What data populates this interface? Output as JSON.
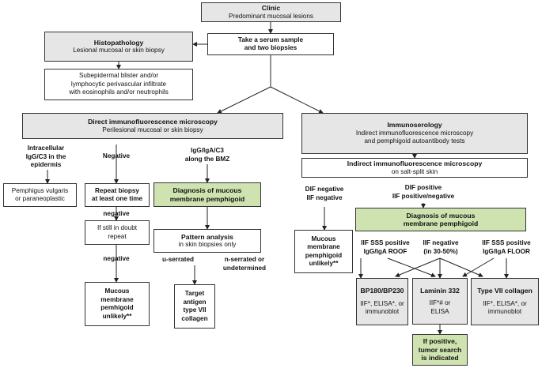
{
  "clinic": {
    "title": "Clinic",
    "sub": "Predominant mucosal lesions"
  },
  "serum": {
    "l1": "Take a serum sample",
    "l2": "and two biopsies"
  },
  "histo": {
    "title": "Histopathology",
    "sub": "Lesional mucosal or skin biopsy"
  },
  "subepi": {
    "l1": "Subepidermal blister and/or",
    "l2": "lymphocytic perivascular infiltrate",
    "l3": "with eosinophils and/or neutrophils"
  },
  "dif": {
    "title": "Direct immunofluorescence microscopy",
    "sub": "Perilesional mucosal or skin biopsy"
  },
  "immunoserology": {
    "title": "Immunoserology",
    "l1": "Indirect immunofluorescence microscopy",
    "l2": "and pemphigoid autoantibody tests"
  },
  "iif_salt": {
    "title": "Indirect immunofluorescence microscopy",
    "sub": "on salt-split skin"
  },
  "labels": {
    "intracellular": [
      "Intracellular",
      "IgG/C3 in the",
      "epidermis"
    ],
    "negative_top": "Negative",
    "igg_bmz": [
      "IgG/IgA/C3",
      "along the BMZ"
    ],
    "negative_mid": "negative",
    "negative_low": "negative",
    "u_serrated": "u-serrated",
    "n_serrated": [
      "n-serrated or",
      "undetermined"
    ],
    "dif_negative": [
      "DIF negative",
      "IIF negative"
    ],
    "dif_positive": [
      "DIF positive",
      "IIF positive/negative"
    ],
    "sss_roof": [
      "IIF SSS positive",
      "IgG/IgA ROOF"
    ],
    "iif_negative": [
      "IIF negative",
      "(in 30-50%)"
    ],
    "sss_floor": [
      "IIF SSS positive",
      "IgG/IgA FLOOR"
    ]
  },
  "pemphigus": {
    "l1": "Pemphigus vulgaris",
    "l2": "or paraneoplastic"
  },
  "repeat": {
    "l1": "Repeat biopsy",
    "l2": "at least one time"
  },
  "doubt": {
    "l1": "If still in doubt",
    "l2": "repeat"
  },
  "unlikely_left": {
    "l1": "Mucous",
    "l2": "membrane",
    "l3": "pemhigoid",
    "l4": "unlikely**"
  },
  "mmp_left": {
    "l1": "Diagnosis of mucous",
    "l2": "membrane pemphigoid"
  },
  "pattern": {
    "title": "Pattern analysis",
    "sub": "in skin biopsies only"
  },
  "target": {
    "l1": "Target",
    "l2": "antigen",
    "l3": "type VII",
    "l4": "collagen"
  },
  "unlikely_mid": {
    "l1": "Mucous",
    "l2": "membrane",
    "l3": "pemphigoid",
    "l4": "unlikely**"
  },
  "mmp_right": {
    "l1": "Diagnosis of mucous",
    "l2": "membrane pemphigoid"
  },
  "bp180": {
    "title": "BP180/BP230",
    "l1": "IIF*, ELISA*, or",
    "l2": "immunoblot"
  },
  "laminin": {
    "title": "Laminin 332",
    "l1": "IIF*# or",
    "l2": "ELISA"
  },
  "type7": {
    "title": "Type VII collagen",
    "l1": "IIF*, ELISA*, or",
    "l2": "immunoblot"
  },
  "tumor": {
    "l1": "If positive,",
    "l2": "tumor search",
    "l3": "is indicated"
  }
}
